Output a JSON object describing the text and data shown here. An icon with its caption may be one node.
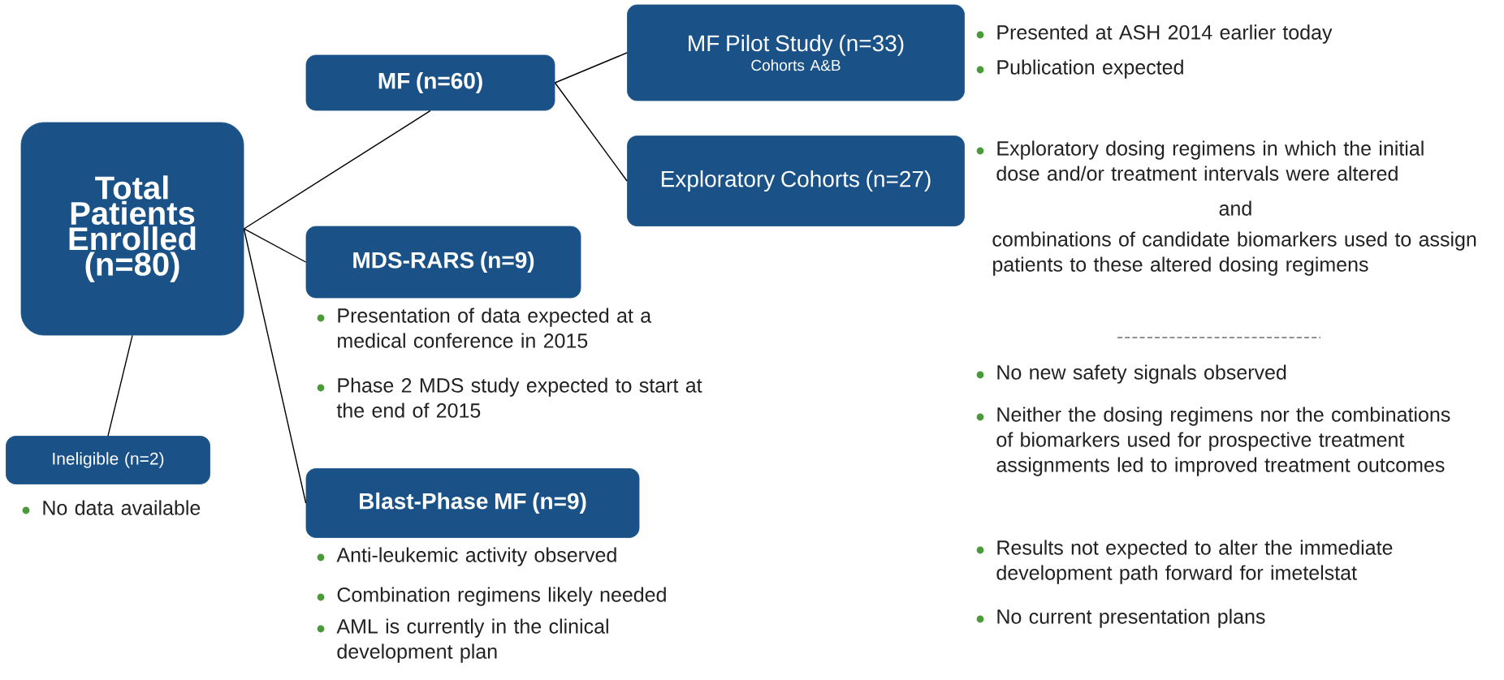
{
  "diagram": {
    "nodes": [
      {
        "text": [
          "Total Patients Enrolled (n=80)"
        ]
      },
      {
        "text": [
          "MF (n=60)"
        ]
      },
      {
        "text": [
          "MF Pilot Study (n=33)",
          "Cohorts A&B"
        ],
        "beside": [
          "Presented at ASH 2014 earlier today",
          "Publication expected"
        ]
      },
      {
        "text": [
          "Exploratory Cohorts (n=27)"
        ],
        "beside": [
          "Exploratory dosing regimens in which the initial dose and/or treatment intervals were altered",
          "and",
          "combinations of candidate biomarkers used to assign patients to these altered dosing regimens",
          "No new safety signals observed",
          "Neither the dosing regimens nor the combinations of biomarkers used for prospective treatment assignments led to improved treatment outcomes",
          "Results not expected to alter the immediate development path forward for imetelstat",
          "No current presentation plans"
        ]
      },
      {
        "text": [
          "MDS-RARS (n=9)"
        ],
        "beside": [
          "Presentation of data expected at a medical conference in 2015",
          "Phase 2 MDS study expected to start at the end of 2015"
        ]
      },
      {
        "text": [
          "Ineligible (n=2)"
        ],
        "beside": [
          "No data available"
        ]
      },
      {
        "text": [
          "Blast-Phase MF (n=9)"
        ],
        "beside": [
          "Anti-leukemic activity observed",
          "Combination regimens likely needed",
          "AML is currently in the clinical development plan"
        ]
      }
    ],
    "edges": [
      {
        "from": 0,
        "to": 1,
        "arrow": "none"
      },
      {
        "from": 0,
        "to": 4,
        "arrow": "none"
      },
      {
        "from": 0,
        "to": 6,
        "arrow": "none"
      },
      {
        "from": 0,
        "to": 5,
        "arrow": "none"
      },
      {
        "from": 1,
        "to": 2,
        "arrow": "none"
      },
      {
        "from": 1,
        "to": 3,
        "arrow": "none"
      }
    ]
  }
}
